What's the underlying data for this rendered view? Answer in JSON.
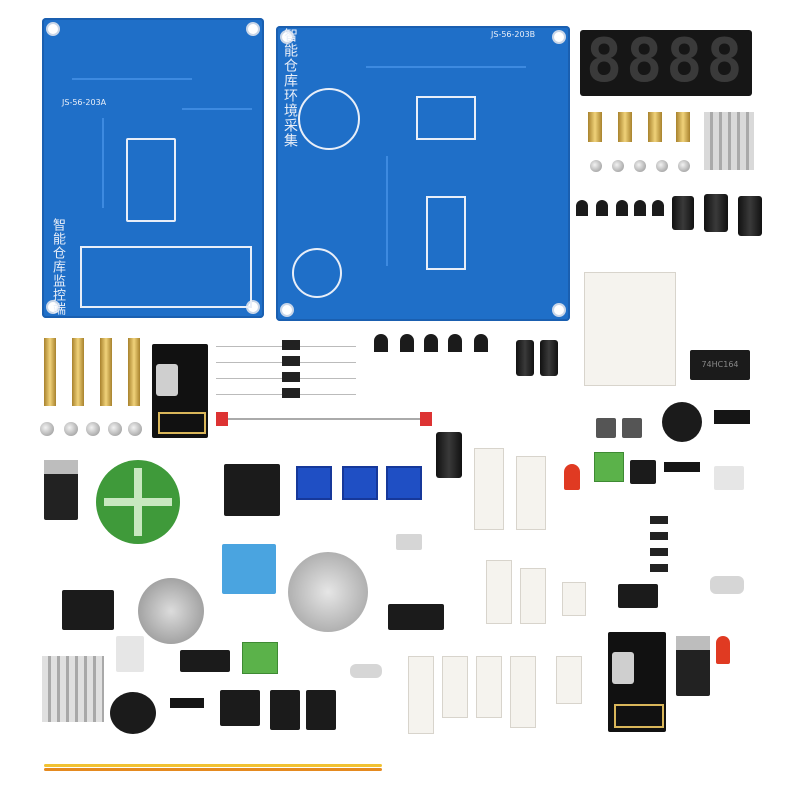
{
  "photo": {
    "subject": "electronics-kit-parts",
    "board_left_label": "智能仓库监控端",
    "board_right_label": "智能仓库环境采集",
    "board_left_code": "JS-56-203A",
    "board_right_code": "JS-56-203B",
    "display_digits": "8888",
    "chip_marking": "74HC164",
    "colors": {
      "pcb_blue": "#1f6fc8",
      "pcb_silk": "#e8eef8",
      "led_red": "#e03a22",
      "terminal_green": "#5bb24a",
      "pot_blue": "#1f4fc4",
      "wire_yellow": "#f1c232",
      "wire_orange": "#e58a1f",
      "brass": "#d9b65a"
    }
  }
}
